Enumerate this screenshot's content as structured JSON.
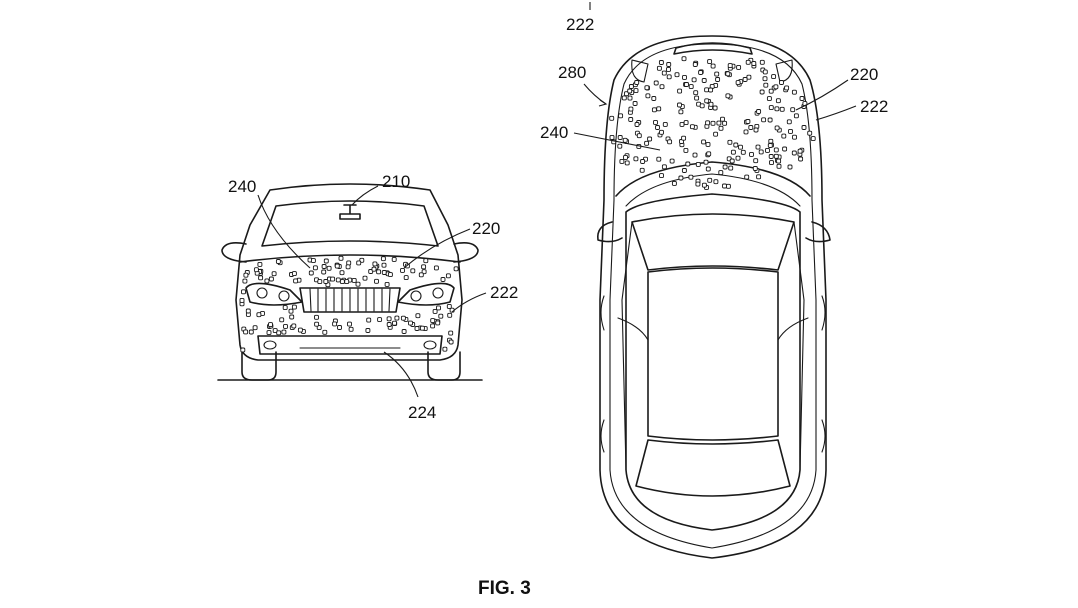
{
  "figure": {
    "caption": "FIG. 3",
    "front_view": {
      "labels": {
        "sensor": "210",
        "coating_area": "240",
        "hood": "220",
        "fascia": "222",
        "bumper": "224"
      }
    },
    "top_view": {
      "labels": {
        "roof_edge": "222",
        "vehicle": "280",
        "coating_area": "240",
        "hood": "220",
        "fascia": "222"
      }
    }
  }
}
